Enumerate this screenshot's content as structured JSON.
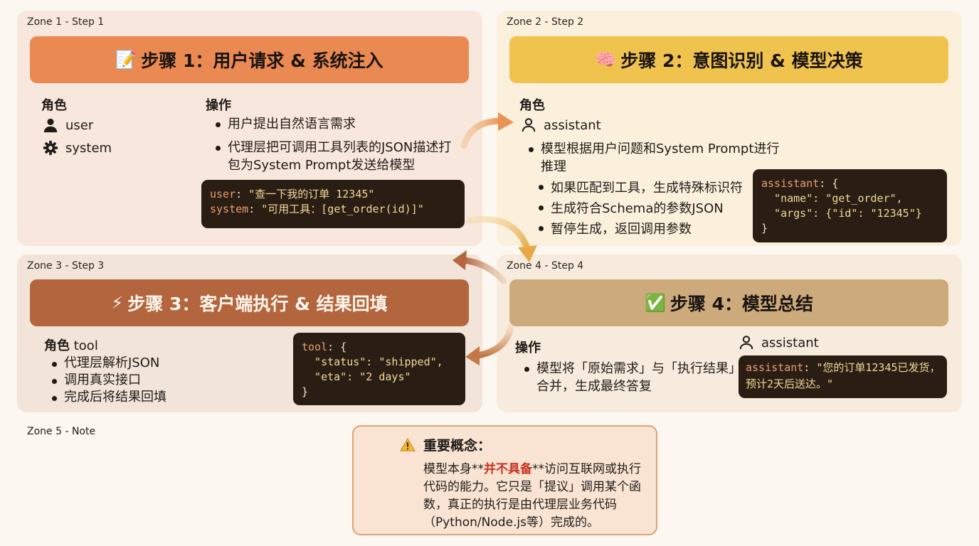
{
  "zones": {
    "z1": {
      "label": "Zone 1 - Step 1",
      "emoji": "📝",
      "title": "步骤 1：用户请求 & 系统注入",
      "roles_header": "角色",
      "roles": [
        "user",
        "system"
      ],
      "ops_header": "操作",
      "ops": [
        "用户提出自然语言需求",
        "代理层把可调用工具列表的JSON描述打包为System Prompt发送给模型"
      ],
      "code": [
        {
          "key": "user",
          "val": "\"查一下我的订单 12345\""
        },
        {
          "key": "system",
          "val": "\"可用工具：[get_order(id)]\""
        }
      ]
    },
    "z2": {
      "label": "Zone 2 - Step 2",
      "emoji": "🧠",
      "title": "步骤 2：意图识别 & 模型决策",
      "roles_header": "角色",
      "role": "assistant",
      "main_point": "模型根据用户问题和System Prompt进行推理",
      "sub_points": [
        "如果匹配到工具，生成特殊标识符",
        "生成符合Schema的参数JSON",
        "暂停生成，返回调用参数"
      ],
      "code": {
        "l1_key": "assistant",
        "l1_rest": ": {",
        "l2": "  \"name\": \"get_order\",",
        "l3": "  \"args\": {\"id\": \"12345\"}",
        "l4": "}"
      }
    },
    "z3": {
      "label": "Zone 3 - Step 3",
      "emoji": "⚡",
      "title": "步骤 3：客户端执行 & 结果回填",
      "roles_header": "角色",
      "role": "tool",
      "ops": [
        "代理层解析JSON",
        "调用真实接口",
        "完成后将结果回填"
      ],
      "code": {
        "l1_key": "tool",
        "l1_rest": ": {",
        "l2": "  \"status\": \"shipped\",",
        "l3": "  \"eta\": \"2 days\"",
        "l4": "}"
      }
    },
    "z4": {
      "label": "Zone 4 - Step 4",
      "emoji": "✅",
      "title": "步骤 4：模型总结",
      "ops_header": "操作",
      "op": "模型将「原始需求」与「执行结果」合并，生成最终答复",
      "role": "assistant",
      "code_key": "assistant",
      "code_val_l1": "\"您的订单12345已发货，",
      "code_val_l2": "预计2天后送达。\""
    }
  },
  "note": {
    "zone_label": "Zone 5 - Note",
    "title": "重要概念：",
    "pre": "模型本身**",
    "highlight": "并不具备",
    "post": "**访问互联网或执行代码的能力。它只是「提议」调用某个函数，真正的执行是由代理层业务代码（Python/Node.js等）完成的。"
  },
  "colors": {
    "step1": "#ea8a52",
    "step2": "#f0c34f",
    "step3": "#b3653e",
    "step4": "#ccaa7c",
    "warning": "#e2a174"
  }
}
